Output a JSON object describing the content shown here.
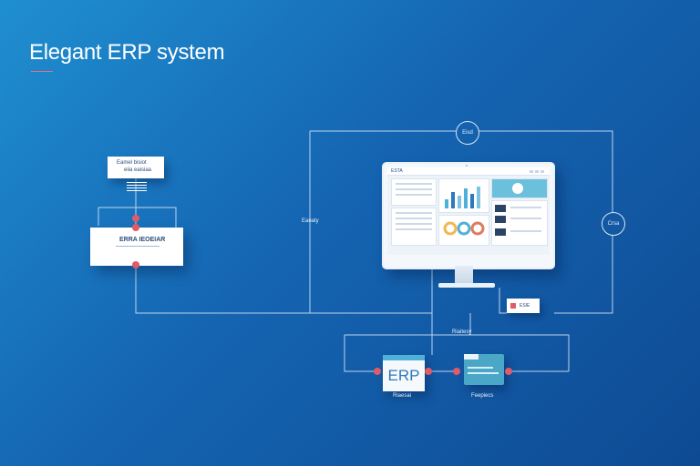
{
  "title": "Elegant ERP system",
  "box_top": {
    "line1": "Eamel bisiot",
    "line2": "eiia eaisiaa"
  },
  "box_mid": {
    "label": "ERRA IEOEIAR"
  },
  "node_top": {
    "label": "Eisd"
  },
  "node_right": {
    "label": "Crsa"
  },
  "label_left_line": "Eanaty",
  "monitor": {
    "header": "ESTA",
    "badge_text": "ESIE"
  },
  "label_center_bus": "Riaitesy",
  "erp_box": {
    "text": "ERP",
    "caption": "Riaesai"
  },
  "card2": {
    "caption": "Feepiecs"
  },
  "colors": {
    "accent_red": "#e05a67",
    "line": "#cfe2f5",
    "teal": "#4aa7c8"
  }
}
